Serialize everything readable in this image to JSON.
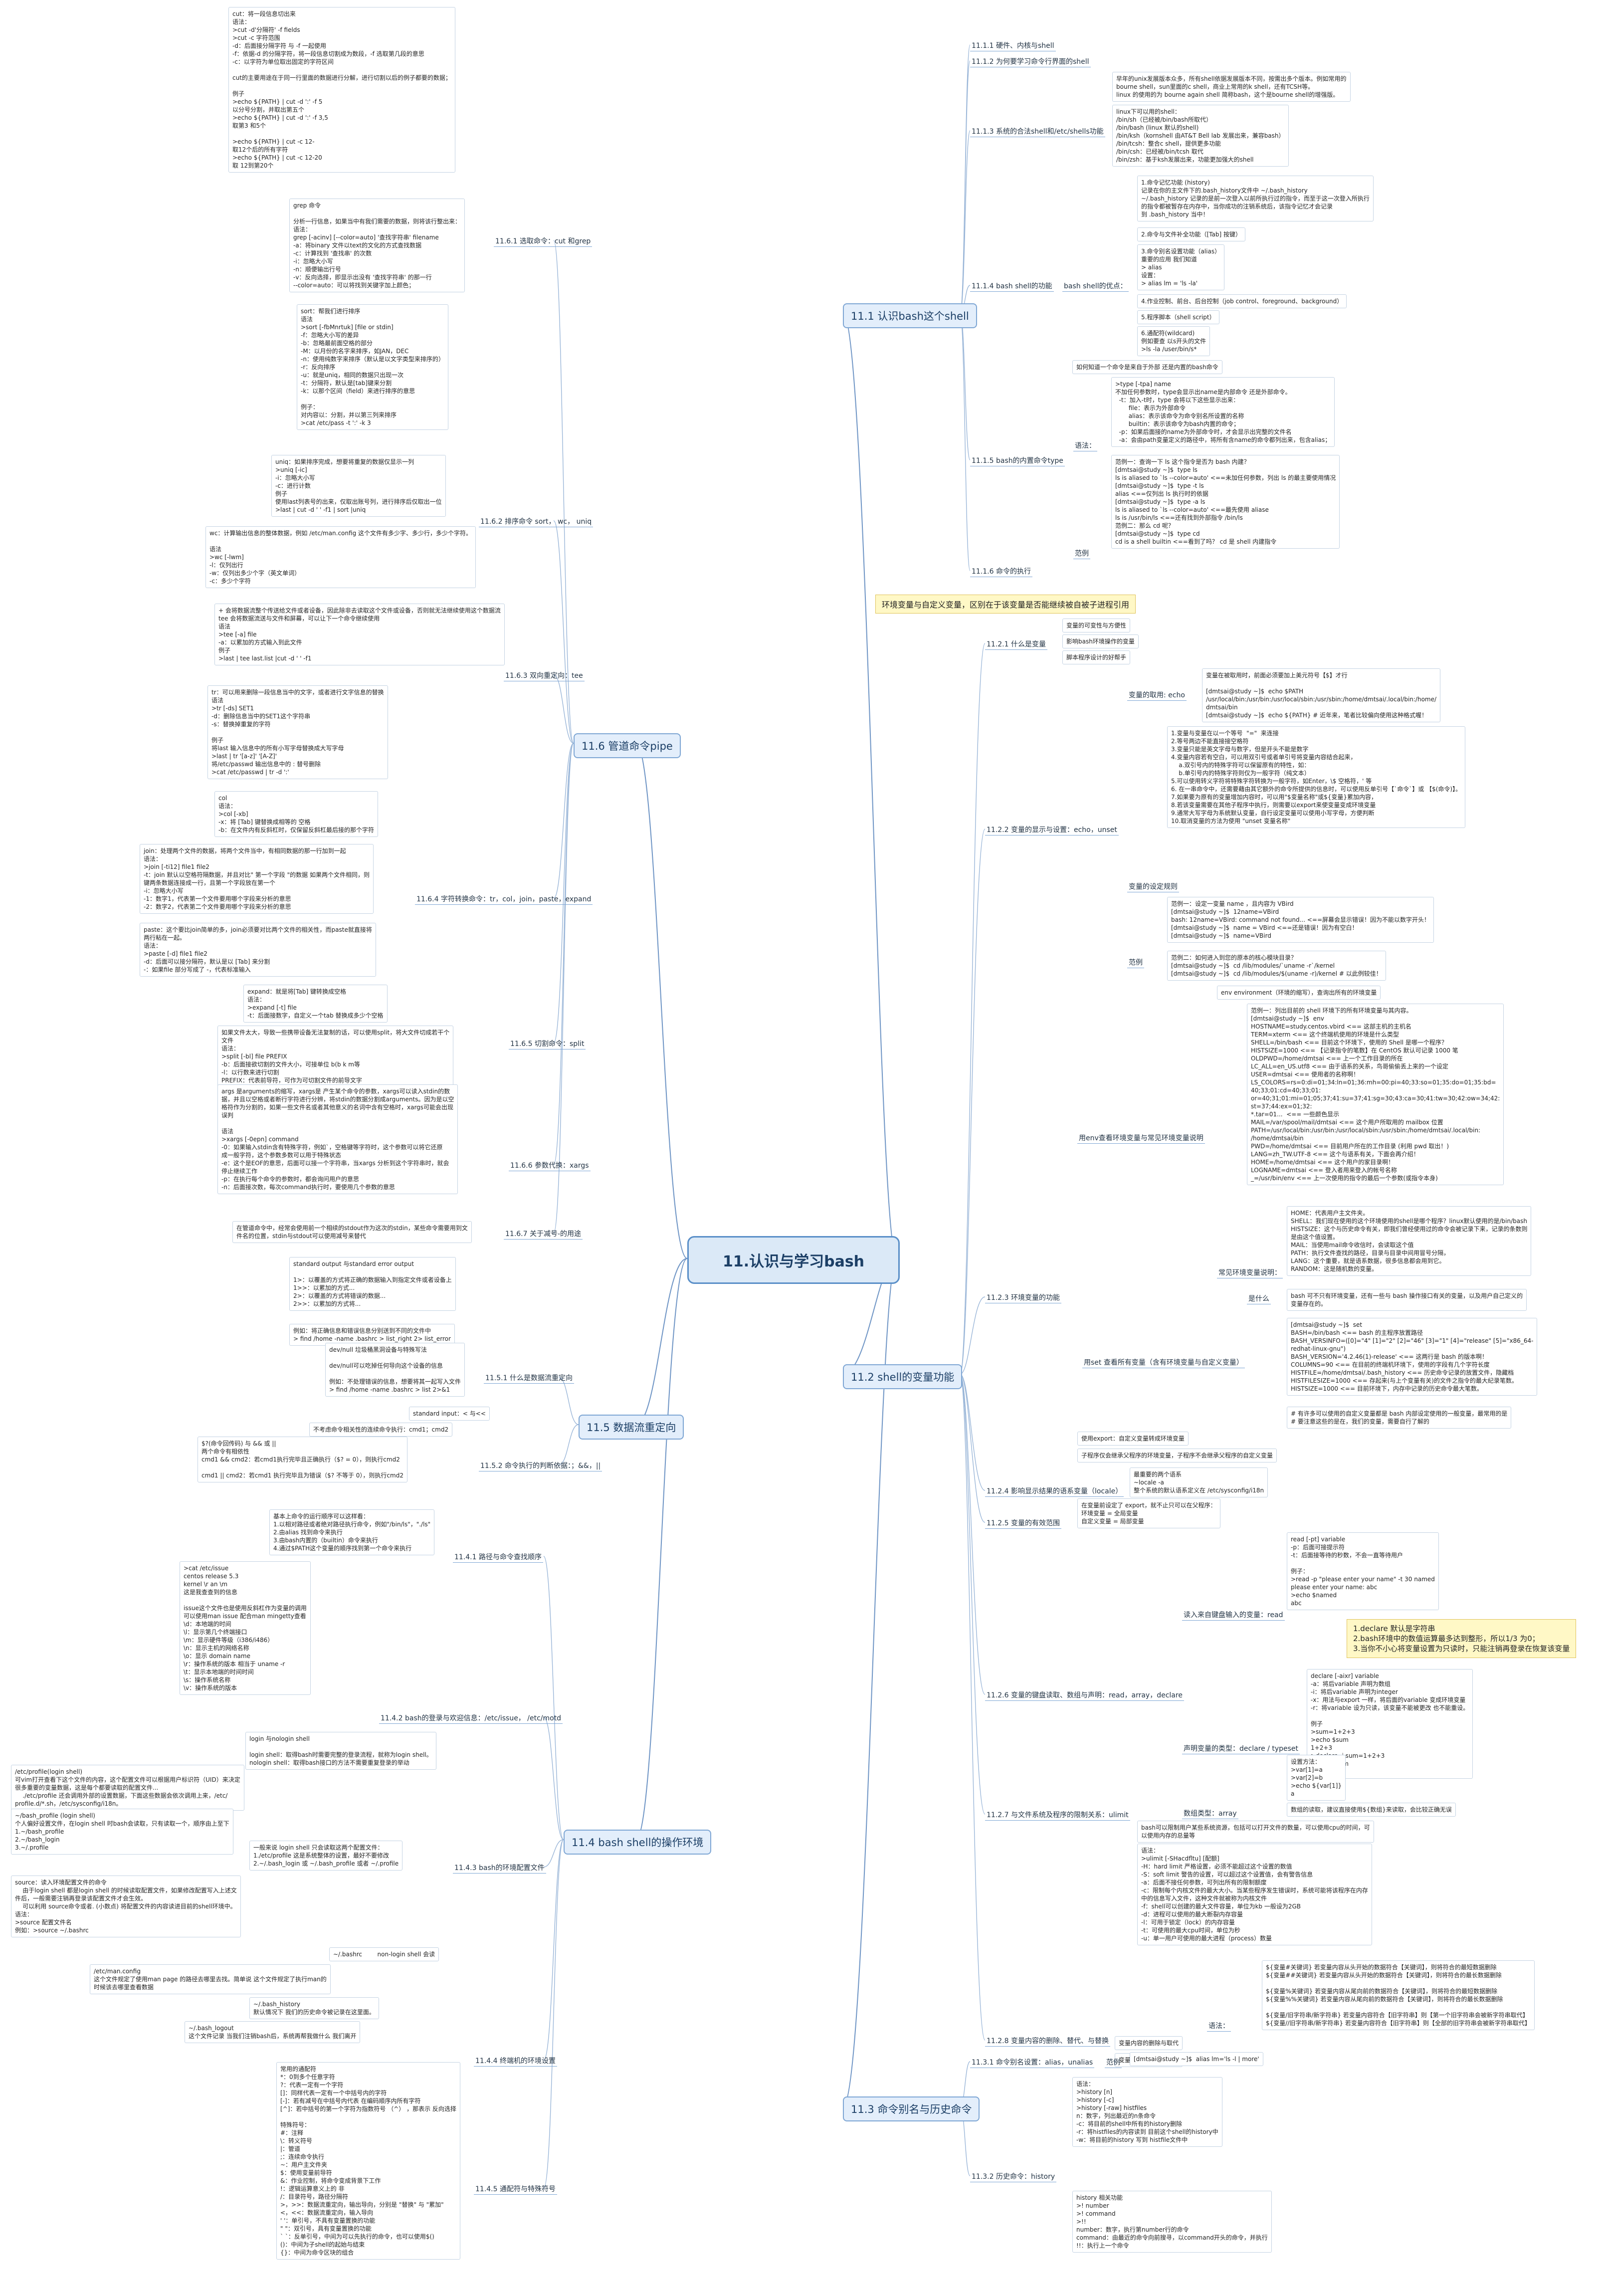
{
  "root": "11.认识与学习bash",
  "branches": {
    "b111": "11.1 认识bash这个shell",
    "b112": "11.2 shell的变量功能",
    "b113": "11.3 命令别名与历史命令",
    "b114": "11.4 bash shell的操作环境",
    "b115": "11.5 数据流重定向",
    "b116": "11.6 管道命令pipe"
  },
  "topics": {
    "t1111": "11.1.1 硬件、内核与shell",
    "t1112": "11.1.2 为何要学习命令行界面的shell",
    "t1113": "11.1.3 系统的合法shell和/etc/shells功能",
    "t1114": "11.1.4 bash shell的功能",
    "t1115": "11.1.5 bash的内置命令type",
    "t1116": "11.1.6 命令的执行",
    "t1121": "11.2.1 什么是变量",
    "t1122": "11.2.2 变量的显示与设置：echo，unset",
    "t1123": "11.2.3 环境变量的功能",
    "t1124": "11.2.4 影响显示结果的语系变量（locale）",
    "t1125": "11.2.5 变量的有效范围",
    "t1126": "11.2.6 变量的键盘读取、数组与声明：read，array，declare",
    "t1127": "11.2.7 与文件系统及程序的限制关系：ulimit",
    "t1128": "11.2.8 变量内容的删除、替代、与替换",
    "t1131": "11.3.1 命令别名设置：alias，unalias",
    "t1132": "11.3.2 历史命令：history",
    "t1141": "11.4.1 路径与命令查找顺序",
    "t1142": "11.4.2 bash的登录与欢迎信息：/etc/issue， /etc/motd",
    "t1143": "11.4.3 bash的环境配置文件",
    "t1144": "11.4.4 终端机的环境设置",
    "t1145": "11.4.5 通配符与特殊符号",
    "t1151": "11.5.1 什么是数据流重定向",
    "t1152": "11.5.2 命令执行的判断依据：；&&，||",
    "t1161": "11.6.1 选取命令：cut 和grep",
    "t1162": "11.6.2 排序命令 sort， wc， uniq",
    "t1163": "11.6.3 双向重定向：tee",
    "t1164": "11.6.4 字符转换命令：tr，col，join，paste，expand",
    "t1165": "11.6.5 切割命令：split",
    "t1166": "11.6.6 参数代换：xargs",
    "t1167": "11.6.7 关于减号-的用途"
  },
  "banners": {
    "env": "环境变量与自定义变量，区别在于该变量是否能继续被自被子进程引用"
  },
  "notes": {
    "cut": "cut：将一段信息切出来\n语法：\n>cut -d'分隔符' -f fields\n>cut -c 字符范围\n-d：后面接分隔字符 与 -f 一起使用\n-f：依据-d 的分隔字符，将一段信息切割成为数段，-f 选取第几段的意思\n-c：以字符为单位取出固定的字符区间\n\ncut的主要用途在于同一行里面的数据进行分解，进行切割以后的例子都要的数据；\n\n例子\n>echo ${PATH} | cut -d ':' -f 5\n以分号分割，并取出第五个\n>echo ${PATH} | cut -d ':' -f 3,5\n取第3 和5个\n\n>echo ${PATH} | cut -c 12-\n取12个后的所有字符\n>echo ${PATH} | cut -c 12-20\n取 12到第20个",
    "grep": "grep 命令\n\n分析一行信息，如果当中有我们需要的数据，则将该行整出来：\n语法：\ngrep [-acinv] [--color=auto] '查找字符串' filename\n-a：将binary 文件以text的文化的方式查找数据\n-c：计算找到 '查找串' 的次数\n-i：忽略大小写\n-n：顺便输出行号\n-v：反向选择，即显示出没有 '查找字符串' 的那一行\n--color=auto：可以将找到关键字加上颜色；",
    "sort": "sort：帮我们进行排序\n语法\n>sort [-fbMnrtuk] [file or stdin]\n-f：忽略大小写的差异\n-b：忽略最前面空格的部分\n-M：以月份的名字来排序，如JAN，DEC\n-n：使用纯数字来排序（默认是以文字类型来排序的）\n-r：反向排序\n-u：就是uniq，相同的数据只出现一次\n-t：分隔符，默认是[tab]键来分割\n-k：以那个区间（field）来进行排序的意思\n\n例子：\n对内容以：分割，并以第三列来排序\n>cat /etc/pass -t ':' -k 3",
    "uniq": "uniq：如果排序完成，想要将重复的数据仅显示一列\n>uniq [-ic]\n-i：忽略大小写\n-c：进行计数\n例子\n使用last列表号的出来，仅取出账号列，进行排序后仅取出一位\n>last | cut -d ' ' -f1 | sort |uniq",
    "wc": "wc：计算输出信息的整体数据，例如 /etc/man.config 这个文件有多少字、多少行，多少个字符。\n\n语法\n>wc [-lwm]\n-l：仅列出行\n-w：仅列出多少个字（英文单词）\n-c：多少个字符",
    "tee": "+ 会将数据流整个传送给文件或者设备，因此除非去读取这个文件或设备，否则就无法继续使用这个数据流\ntee 会将数据流送与文件和屏幕，可以让下一个命令继续使用\n语法\n>tee [-a] file\n-a：以累加的方式输入到此文件\n例子\n>last | tee last.list |cut -d ' ' -f1",
    "tr": "tr：可以用来删除一段信息当中的文字，或者进行文字信息的替换\n语法\n>tr [-ds] SET1\n-d：删除信息当中的SET1这个字符串\n-s：替换掉重复的字符\n\n例子\n将last 输入信息中的所有小写字母替换成大写字母\n>last | tr '[a-z]' '[A-Z]'\n将/etc/passwd 输出信息中的 : 替号删除\n>cat /etc/passwd | tr -d ':'",
    "col": "col\n语法：\n>col [-xb]\n-x：将 [Tab] 键替换成相等的 空格\n-b：在文件内有反斜杠时，仅保留反斜杠最后接的那个字符",
    "join": "join：处理两个文件的数据，将两个文件当中，有相同数据的那一行加到一起\n语法：\n>join [-ti12] file1 file2\n-t：join 默认以空格符隔数据，并且对比\" 第一个字段 \"的数据 如果两个文件相同，则\n键两条数据连接成一行，且第一个字段放在第一个\n-i：忽略大小写\n-1：数字1，代表第一个文件要用哪个字段来分析的意思\n-2：数字2，代表第二个文件要用哪个字段来分析的意思",
    "paste": "paste：这个要比join简单的多，join必须要对比两个文件的相关性，而paste就直接将\n两行粘在一起。\n语法：\n>paste [-d] file1 file2\n-d：后面可以接分隔符，默认是以 [Tab] 来分割\n-：如果file 部分写成了 -，代表标准输入",
    "expand": "expand：就是将[Tab] 键转换成空格\n语法：\n>expand [-t] file\n-t：后面接数字，自定义一个tab 替换成多少个空格",
    "split": "如果文件太大，导致一些携带设备无法复制的话，可以使用split，将大文件切成若干个\n文件\n语法：\n>split [-bl] file PREFIX\n-b：后面接欲切割的文件大小，可接单位 b(b k m等\n-l：以行数来进行切割\nPREFIX：代表前导符，可作为可切割文件的前导文字",
    "xargs": "args 是arguments的缩写，xargs是 产生某个命令的参数，xargs可以读入stdin的数\n据，并且以空格或者断行字符进行分辨，将stdin的数据分割成arguments。因为是以空\n格符作为分割的，如果一些文件名或者其他意义的名词中含有空格时，xargs可能会出现\n误判\n\n语法\n>xargs [-0epn] command\n-0：如果输入stdin含有特殊字符，例如`，空格键等字符时，这个参数可以将它还原\n成一般字符，这个参数多数可以用于特殊状态\n-e：这个是EOF的意思，后面可以接一个字符串，当xargs 分析到这个字符串时，就会\n停止继续工作\n-p：在执行每个命令的参数时，都会询问用户的意思\n-n：后面接次数，每次command执行时，要使用几个参数的意思",
    "dash": "在管道命令中，经常会使用前一个相续的stdout作为这次的stdin，某些命令需要用到文\n件名的位置，stdin与stdout可以使用减号来替代",
    "redirect": "standard output 与standard error output\n\n1>：以覆盖的方式将正确的数据输入到指定文件或者设备上\n1>>：以累加的方式...\n2>：以覆盖的方式将错误的数据...\n2>>：以累加的方式将...",
    "redirect2": "例如：将正确信息和错误信息分别送到不同的文件中\n> find /home -name .bashrc > list_right 2> list_error",
    "devnull": "dev/null 垃圾桶黑洞设备与特殊写法\n\ndev/null可以吃掉任何导向这个设备的信息\n\n例如：不处理错误的信息，想要将其一起写入文件\n> find /home -name .bashrc > list 2>&1",
    "stdin": "standard input：< 与<<",
    "andor": "不考虑命令相关性的连续命令执行：cmd1；cmd2",
    "andor2": "$?(命令回传码) 与 && 或 ||\n两个命令有相依性\ncmd1 && cmd2：若cmd1执行完毕且正确执行（$? = 0），则执行cmd2\n\ncmd1 || cmd2：若cmd1 执行完毕且为错误（$? 不等于 0），则执行cmd2",
    "path": "基本上命令的运行顺序可以这样看：\n1.以相对路径或者绝对路径执行命令，例如\"/bin/ls\"，\"./ls\"\n2.由alias 找到命令来执行\n3.由bash内置的（builtin）命令来执行\n4.通过$PATH这个变量的顺序找到第一个命令来执行",
    "issue": ">cat /etc/issue\ncentos release 5.3\nkernel \\r an \\m\n这是我查查到的信息\n\nissue这个文件也是使用反斜杠作为变量的调用\n可以使用man issue 配合man mingetty查看\n\\d：本地端的时间\n\\l：显示第几个终端接口\n\\m：显示硬件等级（i386/i486）\n\\n：显示主机的网络名称\n\\o：显示 domain name\n\\r：操作系统的版本 相当于 uname -r\n\\t：显示本地端的时间时间\n\\s：操作系统名称\n\\v：操作系统的版本",
    "login": "login 与nologin shell\n\nlogin shell：取得bash时需要完整的登录流程，就称为login shell。\nnologin shell：取得bash接口的方法不需要重复登录的举动",
    "profile": "/etc/profile(login shell)\n可vim打开查看下这个文件的内容，这个配置文件可以根据用户标识符（UID）来决定\n很多重要的变量数据，这是每个都要读取的配置文件...\n    ./etc/profile 还会调用外部的设置数据，下面这些数据会依次调用上来，/etc/\nprofile.d/*.sh，/etc/sysconfig/i18n。",
    "bashprofile": "~/bash_profile (login shell)\n个人偏好设置文件，在login shell 时bash会读取，只有读取一个，顺序由上至下\n1.~/bash_profile\n2.~/bash_login\n3.~/.profile\n",
    "source": "source：读入环境配置文件的命令\n    由于login shell 都是login shell 的时候读取配置文件，如果修改配置写入上述文\n件后，一般需要注销再登录该配置文件才会生效。\n    可以利用 source命令或者. (小数点) 将配置文件的内容读进目前的shell环境中。\n语法：\n>source 配置文件名\n例如：>source ~/.bashrc",
    "nonlogin": "一般来说 login shell 只会读取这两个配置文件：\n1./etc/profile 这是系统整体的设置，最好不要修改\n2.~/.bash_login 或 ~/.bash_profile 或者 ~/.profile",
    "bashrc": "~/.bashrc        non-login shell 会读",
    "manconfig": "/etc/man.config\n这个文件规定了使用man page 的路径去哪里去找。简单说 这个文件规定了执行man的\n时候该去哪里查看数据",
    "history": "~/.bash_history\n默认情况下 我们的历史命令被记录在这里面。",
    "logout": "~/.bash_logout\n这个文件记录 当我们注销bash后，系统再帮我做什么 我们离开",
    "wild": "常用的通配符\n*：0到多个任意字符\n?：代表一定有一个字符\n[]：同样代表一定有一个中括号内的字符\n[-]：若有减号在中括号内代表 在编码顺序内所有字符\n[^]：若中括号的第一个字符为指数符号 （^） ，那表示 反向选择\n\n特殊符号：\n#：注释\n\\：转义符号\n|：管道\n;：连续命令执行\n~：用户主文件夹\n$：使用变量前导符\n&：作业控制，将命令变成背景下工作\n!：逻辑运算意义上的 非\n/：目录符号，路径分隔符\n>，>>：数据流重定向，输出导向，分别是 \"替换\" 与 \"累加\"\n<，<<：数据流重定向，输入导向\n' '：单引号，不具有变量置换的功能\n\" \"：双引号，具有变量置换的功能\n` `：反单引号，中间为可以先执行的命令，也可以使用$()\n()：中间为子shell的起始与结束\n{}：中间为命令区块的组合",
    "shells": "早年的unix发展版本众多，所有shell依据发展版本不同，按需出多个版本。例如常用的\nbourne shell，sun里面的c shell，商业上常用的k shell，还有TCSH等。\nlinux 的使用的为 bourne again shell 简称bash，这个是bourne shell的增强版。",
    "shells2": "linux下可以用的shell：\n/bin/sh（已经被/bin/bash所取代）\n/bin/bash (linux 默认的shell)\n/bin/ksh（kornshell 由AT&T Bell lab 发展出来，兼容bash）\n/bin/tcsh：整合c shell，提供更多功能\n/bin/csh：已经被/bin/tcsh 取代\n/bin/zsh：基于ksh发展出来，功能更加强大的shell",
    "hist1": "1.命令记忆功能 (history)\n记录在你的主文件下的.bash_history文件中 ~/.bash_history\n~/.bash_history 记录的是前一次登入以前所执行过的指令，而至于这一次登入所执行\n的指令都被暂存在内存中，当你成功的注销系统后，该指令记忆才会记录\n到 .bash_history 当中！",
    "hist2": "2.命令与文件补全功能（[Tab] 按键）",
    "hist3": "3.命令别名设置功能（alias）\n重要的应用 我们知道\n> alias\n设置：\n> alias lm = 'ls -la'",
    "hist4": "4.作业控制、前台、后台控制（job control、foreground、background）",
    "hist5": "5.程序脚本（shell script）",
    "hist6": "6.通配符(wildcard)\n例如要查 以s开头的文件\n>ls -la /user/bin/s*",
    "typeintro": "如何知道一个命令是来自于外部 还是内置的bash命令",
    "type": ">type [-tpa] name\n不加任何参数时，type会显示出name是内部命令 还是外部命令。\n  -t：加入-t时，type 会将以下这些显示出来：\n       file：表示为外部命令\n       alias：表示该命令为命令别名所设置的名称\n       builtin：表示该命令为bash内置的命令；\n  -p：如果后面接的name为外部命令时，才会显示出完整的文件名\n  -a：会由path变量定义的路径中，将所有含name的命令都列出来，包含alias；",
    "type2": "范例一：查询一下 ls 这个指令是否为 bash 内建？\n[dmtsai@study ~]$  type ls\nls is aliased to `ls --color=auto' <==未加任何参数，列出 ls 的最主要使用情况\n[dmtsai@study ~]$  type -t ls\nalias <==仅列出 ls 执行时的依据\n[dmtsai@study ~]$  type -a ls\nls is aliased to `ls --color=auto' <==最先使用 aliase\nls is /usr/bin/ls <==还有找到外部指令 /bin/ls\n范例二：那么 cd 呢？\n[dmtsai@study ~]$  type cd\ncd is a shell builtin <==看到了吗？ cd 是 shell 内建指令",
    "var1": "变量的可变性与方便性",
    "var2": "影响bash环境操作的变量",
    "var3": "脚本程序设计的好帮手",
    "echo1": "变量在被取用时，前面必须要加上美元符号【$】才行\n\n[dmtsai@study ~]$  echo $PATH\n/usr/local/bin:/usr/bin:/usr/local/sbin:/usr/sbin:/home/dmtsai/.local/bin:/home/\ndmtsai/bin\n[dmtsai@study ~]$  echo ${PATH} # 近年来，笔者比较偏向使用这种格式喔！",
    "echo2": "1.变量与变量在以一个等号  \"=\"  来连接\n2.等号两边不能直接接空格符\n3.变量只能是英文字母与数字，但是开头不能是数字\n4.变量内容若有空白，可以用双引号或者单引号将变量内容结合起来，\n    a.双引号内的特殊字符可以保留原有的特性，如：\n    b.单引号内的特殊字符则仅为一般字符（纯文本）\n5.可以使用转义字符将特殊字符转换为一般字符，如Enter，\\$ 空格符，' 等\n6. 在一串命令中，还需要藉由其它额外的命令所提供的信息时，可以使用反单引号【`命令`】或 【$(命令)】。\n7.如果要为原有的变量增加内容时，可以用\"$变量名称\"或${变量}累加内容，\n8.若该变量需要在其他子程序中执行，则需要以export来使变量变成环境变量\n9.通常大写字母为系统默认变量，自行设定变量可以使用小写字母，方便判断\n10.取消变量的方法为使用 \"unset 变量名称\"",
    "unset": "范例一：设定一变量 name ，且内容为 VBird\n[dmtsai@study ~]$  12name=VBird\nbash: 12name=VBird: command not found... <==屏幕会显示错误！因为不能以数字开头！\n[dmtsai@study ~]$  name = VBird <==还是错误！因为有空白！\n[dmtsai@study ~]$  name=VBird",
    "unset2": "范例二：如何进入到您的原本的核心模块目录？\n[dmtsai@study ~]$  cd /lib/modules/`uname -r`/kernel\n[dmtsai@study ~]$  cd /lib/modules/$(uname -r)/kernel # 以此例较佳！",
    "envcmd": "env environment（环境的缩写），查询出所有的环境变量",
    "envout": "范例一：列出目前的 shell 环境下的所有环境变量与其内容。\n[dmtsai@study ~]$  env\nHOSTNAME=study.centos.vbird <== 这部主机的主机名\nTERM=xterm <== 这个终端机使用的环境是什么类型\nSHELL=/bin/bash <== 目前这个环境下，使用的 Shell 是哪一个程序？\nHISTSIZE=1000 <== 【记录指令的笔数】在 CentOS 默认可记录 1000 笔\nOLDPWD=/home/dmtsai <== 上一个工作目录的所在\nLC_ALL=en_US.utf8 <== 由于语系的关系，鸟哥偷偷丢上来的一个设定\nUSER=dmtsai <== 使用者的名称啊！\nLS_COLORS=rs=0:di=01;34:ln=01;36:mh=00:pi=40;33:so=01;35:do=01;35:bd=\n40;33;01:cd=40;33;01:\nor=40;31;01:mi=01;05;37;41:su=37;41:sg=30;43:ca=30;41:tw=30;42:ow=34;42:\nst=37;44:ex=01;32:\n*.tar=01...  <== 一些颜色显示\nMAIL=/var/spool/mail/dmtsai <== 这个用户所取用的 mailbox 位置\nPATH=/usr/local/bin:/usr/bin:/usr/local/sbin:/usr/sbin:/home/dmtsai/.local/bin:\n/home/dmtsai/bin\nPWD=/home/dmtsai <== 目前用户所在的工作目录 (利用 pwd 取出！)\nLANG=zh_TW.UTF-8 <== 这个与语系有关，下面会再介绍！\nHOME=/home/dmtsai <== 这个用户的家目录啊！\nLOGNAME=dmtsai <== 登入者用来登入的帐号名称\n_=/usr/bin/env <== 上一次使用的指令的最后一个参数(或指令本身)",
    "envdesc": "HOME：代表用户主文件夹。\nSHELL：我们现在使用的这个环境使用的shell是哪个程序？linux默认使用的是/bin/bash\nHISTSIZE：这个与历史命令有关，即我们曾经使用过的命令会被记录下来，记录的条数则\n是由这个值设置。\nMAIL：当使用mail命令收信时，会读取这个值\nPATH：执行文件查找的路径，目录与目录中间用冒号分隔，\nLANG：这个重要，就是语系数据，很多信息都会用到它。\nRANDOM：这是随机数的变量。",
    "set1": "bash 可不只有环境变量，还有一些与 bash 操作接口有关的变量，以及用户自己定义的\n变量存在的。",
    "set2": "[dmtsai@study ~]$  set\nBASH=/bin/bash <== bash 的主程序放置路径\nBASH_VERSINFO=([0]=\"4\" [1]=\"2\" [2]=\"46\" [3]=\"1\" [4]=\"release\" [5]=\"x86_64-\nredhat-linux-gnu\")\nBASH_VERSION='4.2.46(1)-release' <== 这两行是 bash 的版本啊！\nCOLUMNS=90 <== 在目前的终端机环境下，使用的字段有几个字符长度\nHISTFILE=/home/dmtsai/.bash_history <== 历史命令记录的放置文件，隐藏档\nHISTFILESIZE=1000 <== 存起来(与上个变量有关)的文件之指令的最大纪录笔数。\nHISTSIZE=1000 <== 目前环境下，内存中记录的历史命令最大笔数。",
    "set3": "# 有许多可以使用的自定义变量都是 bash 内部设定使用的一般变量，最常用的是\n# 要注意这些的是在，我们的变量，需要自行了解的",
    "exp": "使用export：自定义变量转成环境变量",
    "tips": "子程序仅会继承父程序的环境变量，子程序不会继承父程序的自定义变量",
    "locale": "最重要的两个语系\n~locale -a\n整个系统的默认语系定义在 /etc/sysconfig/i18n",
    "scope": "在变量前设定了 export，就不止只可以在父程序：\n环境变量 = 全局变量\n自定义变量 = 局部变量",
    "read": "read [-pt] variable\n-p：后面可接提示符\n-t：后面接等待的秒数，不会一直等待用户\n\n例子：\n>read -p \"please enter your name\" -t 30 named\nplease enter your name: abc\n>echo $named\nabc",
    "declare": "declare [-aixr] variable\n-a：将后variable 声明为数组\n-i：将后variable 声明为integer\n-x：用法与export 一样，将后面的variable 变成环境变量\n-r：将variable 设为只读，该变量不能被更改 也不能重设。\n\n例子\n>sum=1+2+3\n>echo $sum\n1+2+3\n>declare -i sum=1+2+3\n>echo $sum\n6",
    "array": "设置方法：\n>var[1]=a\n>var[2]=b\n>echo ${var[1]}\na",
    "arraytip": "数组的读取，建议直接使用${数组}来读取，会比较正确无误",
    "ulimit": "bash可以限制用户某些系统资源，包括可以打开文件的数量，可以使用cpu的时间，可\n以使用内存的总量等",
    "ulimit2": "语法：\n>ulimit [-SHacdfltu] [配额]\n-H：hard limit 严格设置，必须不能超过这个设置的数值\n-S：soft limit 警告的设置，可以超过这个设置值，会有警告信息\n-a：后面不接任何参数，可列出所有的限制额度\n-c：限制每个内核文件的最大大小。当某些程序发生错误时，系统可能将该程序在内存\n中的信息写入文件，这种文件就被称为内核文件\n-f：shell可以创建的最大文件容量，单位为kb 一般设为2GB\n-d：进程可以使用的最大断裂内存容量\n-l：可用于锁定（lock）的内存容量\n-t：可使用的最大cpu时间，单位为秒\n-u：单一用户可使用的最大进程（process）数量",
    "del": "${变量#关键词} 若变量内容从头开始的数据符合【关键词】，则将符合的最短数据删除\n${变量##关键词} 若变量内容从头开始的数据符合【关键词】，则将符合的最长数据删除\n\n${变量%关键词} 若变量内容从尾向前的数据符合【关键词】，则将符合的最短数据删除\n${变量%%关键词} 若变量内容从尾向前的数据符合【关键词】，则将符合的最长数据删除\n\n${变量/旧字符串/新字符串} 若变量内容符合【旧字符串】则【第一个旧字符串会被新字符串取代】\n${变量//旧字符串/新字符串} 若变量内容符合【旧字符串】则【全部的旧字符串会被新字符串取代】",
    "delsub": "变量内容的删除与取代",
    "delsub2": "变量的测试与内容替换",
    "alias": "[dmtsai@study ~]$  alias lm='ls -l | more'",
    "hist": "语法：\n>history [n]\n>history [-c]\n>history [-raw] histfiles\nn：数字，列出最近的n条命令\n-c：将目前的shell中所有的history删除\n-r：将histfiles的内容读到 目前这个shell的history中\n-w：将目前的history 写到 histfile文件中",
    "hist2b": "history 相关功能\n>! number\n>! command\n>!!\nnumber：数字，执行第number行的命令\ncommand：由最近的命令向前搜寻，以command开头的命令，并执行\n!!：执行上一个命令",
    "declarecall": "1.declare 默认是字符串\n2.bash环境中的数值运算最多达到整形，所以1/3 为0；\n3.当你不小心将变量设置为只读时，只能注销再登录在恢复该变量"
  },
  "labels": {
    "func": "bash shell的优点：",
    "syntax": "语法：",
    "example": "范例",
    "echo": "变量的取用: echo",
    "setrule": "变量的设定规则",
    "envlabel": "用env查看环境变量与常见环境变量说明",
    "envcommon": "常见环境变量说明：",
    "setlabel": "用set 查看所有变量（含有环境变量与自定义变量）",
    "what": "是什么",
    "readlabel": "读入来自键盘输入的变量：read",
    "declarelabel": "声明变量的类型：declare / typeset",
    "arraylabel": "数组类型：array",
    "sub": "语法：",
    "eg": "范例"
  }
}
